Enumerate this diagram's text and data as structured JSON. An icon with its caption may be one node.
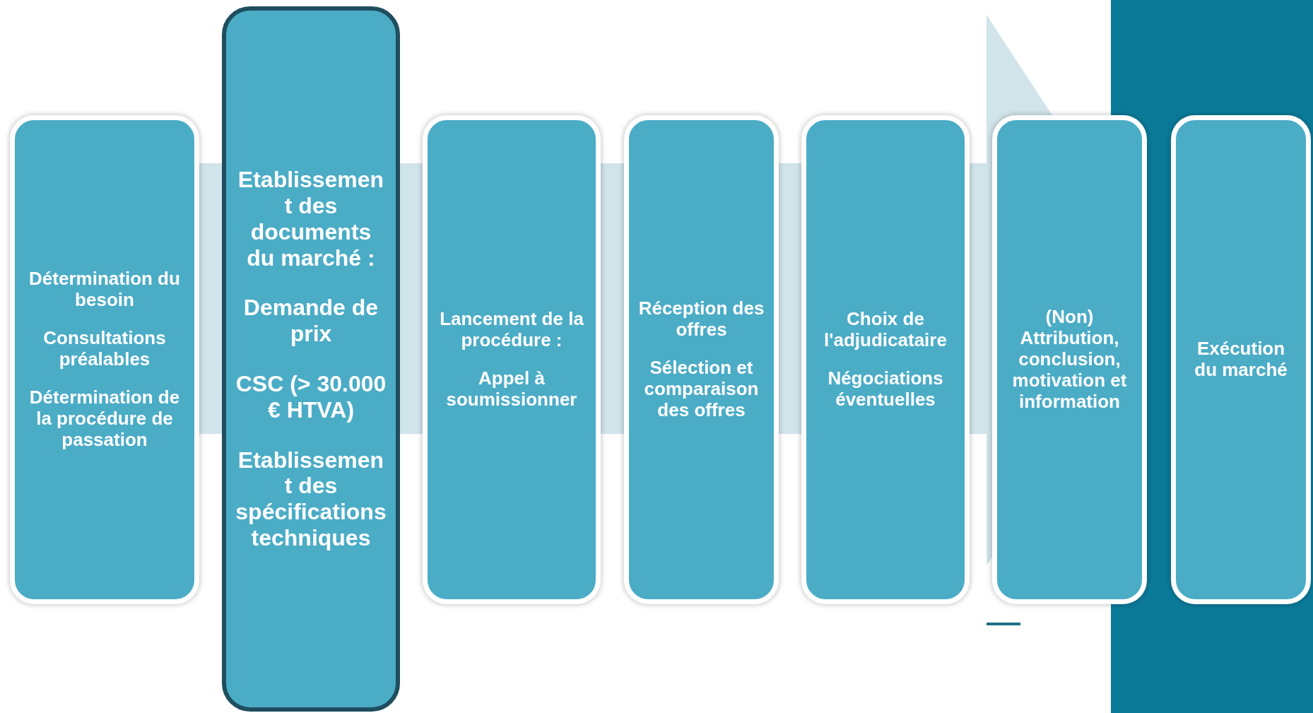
{
  "diagram": {
    "nodes": [
      {
        "text": [
          "Détermination du besoin",
          "Consultations préalables",
          "Détermination de la procédure de passation"
        ]
      },
      {
        "text": [
          "Etablissement des documents du marché :",
          "Demande de prix",
          "CSC (> 30.000 € HTVA)",
          "Etablissement des spécifications techniques"
        ]
      },
      {
        "text": [
          "Lancement de la procédure :",
          "Appel à soumissionner"
        ]
      },
      {
        "text": [
          "Réception des offres",
          "Sélection et comparaison des offres"
        ]
      },
      {
        "text": [
          "Choix de l'adjudicataire",
          "Négociations éventuelles"
        ]
      },
      {
        "text": [
          "(Non) Attribution, conclusion, motivation et information"
        ]
      },
      {
        "text": [
          "Exécution du marché"
        ]
      }
    ],
    "edges": [
      {
        "from": 0,
        "to": 6,
        "arrow": "to"
      }
    ]
  }
}
